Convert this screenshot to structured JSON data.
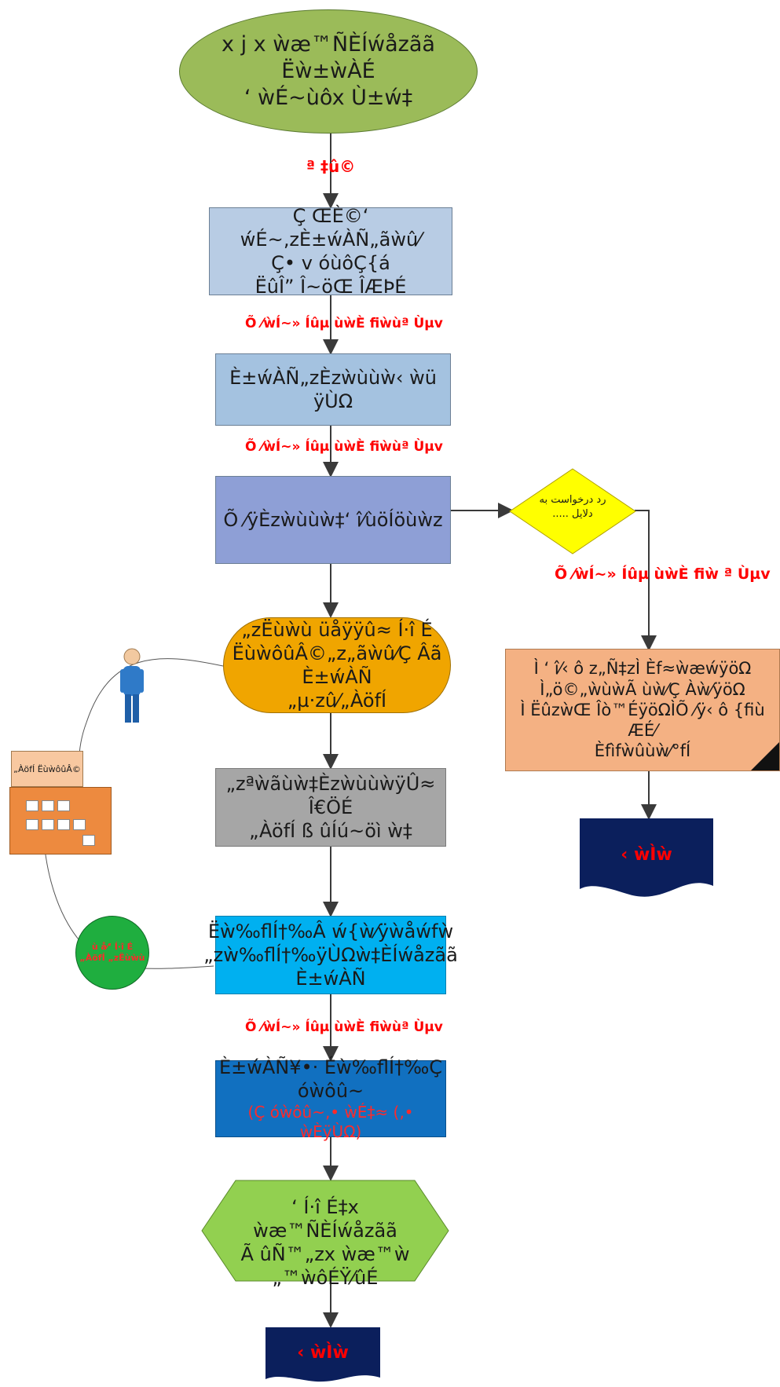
{
  "nodes": {
    "start": "x j x ẁæ™ÑÈÍẃåzãã Ëẁ±ẁÀÉ\n‘ ẁÉ~ùôx Ù±ẃ‡",
    "step1": "Ç ŒÈ©‘ ẃÉ~‚zÈ±ẃÀÑ„ãẁû⁄\nÇ• v óùôÇ{á\nËûÎ” Î~öŒ   ÎÆÞÉ",
    "step2": "È±ẃÀÑ„zÈzẁùùẁ‹ ẁü ÿÙΩ",
    "step3": "Õ ⁄ÿÈzẁùùẁ‡‘ î⁄ùöÍöùẁz",
    "rounded": "„zËùẁù üåÿÿû≈ Í·î É\nËùẁôûÂ©„z„ãẁû⁄Ç Âã È±ẃÀÑ\n„µ·zû⁄„ÀöfÍ",
    "step4": "„zªẁãùẁ‡ÈzẁùùẁÿÛ≈ Î€ÖÉ\n„ÀöfÍ ß ûÍú~öì ẁ‡",
    "step5": "Ëẁ‰ﬂÍ†‰Â ẃ{ẁ⁄ÿẁåẃfẁ\n„zẁ‰ﬂÍ†‰ÿÙΩẁ‡ÈÍẃåzãã\nÈ±ẃÀÑ",
    "step6_line1": "È±ẃÀÑ¥•· Éẁ‰ﬂÍ†‰Ç óẁôû~",
    "step6_line2": "(Ç óẁôû~‚• ẁÉ‡≈ (‚• ẁÈÿÙΩ)",
    "final": "‘ Í·î É‡x ẁæ™ÑÈÍẃåzãã\nÃ ûÑ™„zx ẁæ™ẁ\n„™ẁôÉŸ⁄ûÉ",
    "reject_note": "Ì ‘ î⁄‹ ô z„Ñ‡zÌ Èf≈ẁæẃÿöΩ\nÌ„ö©„ẁùẁÃ ùẁ⁄Ç Àẁ⁄ÿöΩ\nÌ ËûzẁŒ  Îò™ÉÿöΩÌÕ ⁄ÿ‹ ô {fiù ÆÉ⁄\nÈfìfẁûùẁ⁄°fÍ",
    "diamond": "رد درخواست به\nدلایل .....",
    "end_left": "‹ ẁÌẁ",
    "end_right": "‹ ẁÌẁ",
    "actor_box": "„ÀöfÍ ËùẁôûÂ©",
    "green_circle": "ù å⁄‘ Í·î É\n„ÀöfÍ „zËùẁù"
  },
  "edge_labels": {
    "e1": "ª ‡û©",
    "e2": "Õ ⁄ẁÍ~» Íûµ ùẁÈ fiẁùª Ùµv",
    "e3": "Õ ⁄ẁÍ~» Íûµ ùẁÈ fiẁùª Ùµv",
    "e_right": "Õ ⁄ẁÍ~» Íûµ ùẁÈ fiẁ ª Ùµv",
    "e4": "Õ ⁄ẁÍ~» Íûµ ùẁÈ fiẁùª Ùµv"
  },
  "colors": {
    "start_fill": "#9bbb59",
    "step1_fill": "#b8cce4",
    "step2_fill": "#a4c2e0",
    "step3_fill": "#8e9fd6",
    "rounded_fill": "#f0a500",
    "step4_fill": "#a6a6a6",
    "step5_fill": "#00b0f0",
    "step6_fill": "#1170c0",
    "final_fill": "#92d050",
    "reject_fill": "#f4b183",
    "diamond_fill": "#ffff00",
    "end_fill": "#0b1f5c",
    "label_red": "#ff0000",
    "green_circle_fill": "#1fae3f",
    "building_fill": "#ed8a3f"
  }
}
